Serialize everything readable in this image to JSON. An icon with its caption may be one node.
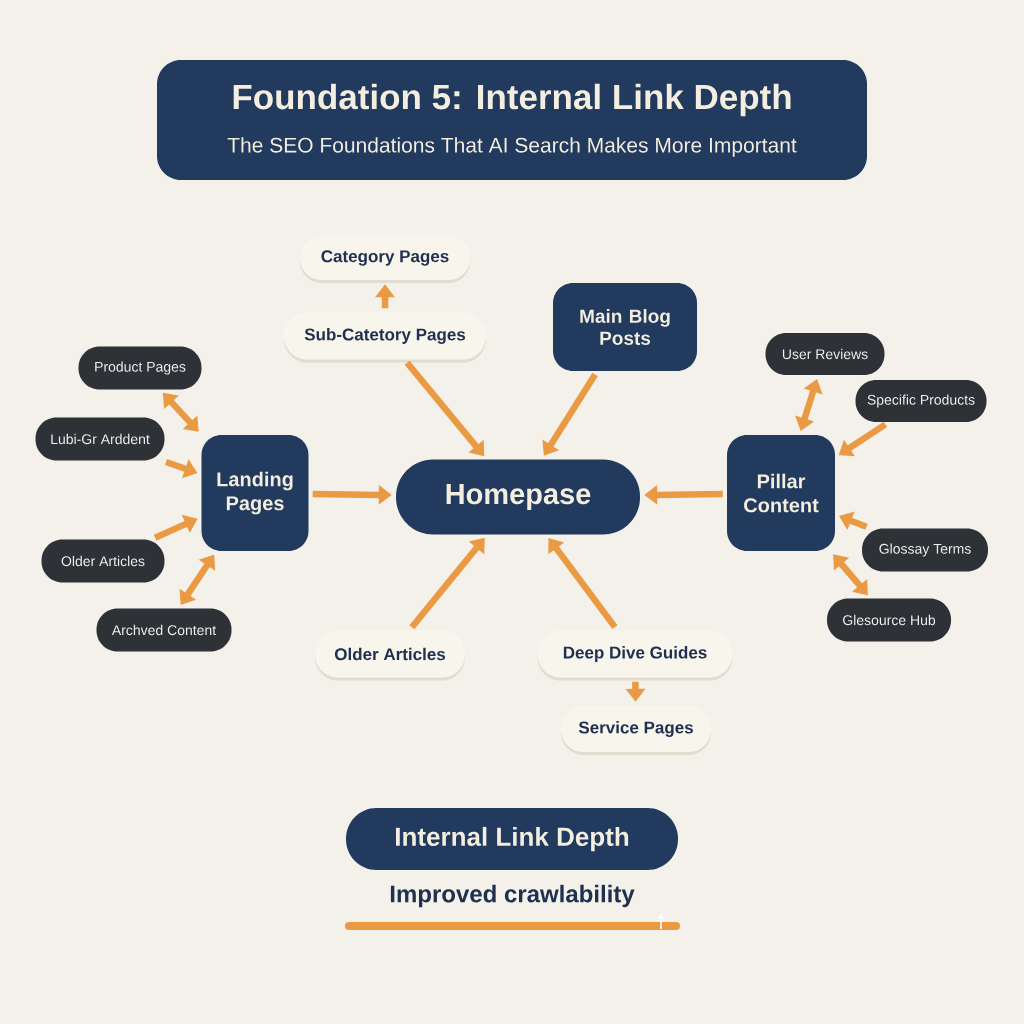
{
  "diagram": {
    "title": "Foundation 5: Internal Link Depth",
    "nodes": [
      {
        "text": [
          "Category Pages"
        ]
      },
      {
        "text": [
          "Sub-Catetory Pages"
        ]
      },
      {
        "text": [
          "Main Blog Posts"
        ]
      },
      {
        "text": [
          "Product Pages"
        ]
      },
      {
        "text": [
          "User Reviews"
        ]
      },
      {
        "text": [
          "Specific Products"
        ]
      },
      {
        "text": [
          "Lubi-Gr Arddent"
        ]
      },
      {
        "text": [
          "Landing Pages"
        ]
      },
      {
        "text": [
          "Homepase"
        ]
      },
      {
        "text": [
          "Pillar Content"
        ]
      },
      {
        "text": [
          "Older Articles"
        ]
      },
      {
        "text": [
          "Glossay Terms"
        ]
      },
      {
        "text": [
          "Archved Content"
        ]
      },
      {
        "text": [
          "Glesource Hub"
        ]
      },
      {
        "text": [
          "Older Articles"
        ]
      },
      {
        "text": [
          "Deep Dive Guides"
        ]
      },
      {
        "text": [
          "Service Pages"
        ]
      },
      {
        "text": [
          "Internal Link Depth"
        ],
        "beside": [
          "Improved crawlability"
        ]
      }
    ],
    "edges": [
      {
        "from": 1,
        "to": 0,
        "arrow": "to"
      },
      {
        "from": 1,
        "to": 8,
        "arrow": "to"
      },
      {
        "from": 2,
        "to": 8,
        "arrow": "to"
      },
      {
        "from": 3,
        "to": 7,
        "arrow": "both"
      },
      {
        "from": 6,
        "to": 7,
        "arrow": "to"
      },
      {
        "from": 10,
        "to": 7,
        "arrow": "to"
      },
      {
        "from": 12,
        "to": 7,
        "arrow": "both"
      },
      {
        "from": 7,
        "to": 8,
        "arrow": "to"
      },
      {
        "from": 9,
        "to": 8,
        "arrow": "to"
      },
      {
        "from": 4,
        "to": 9,
        "arrow": "both"
      },
      {
        "from": 5,
        "to": 9,
        "arrow": "to"
      },
      {
        "from": 11,
        "to": 9,
        "arrow": "to"
      },
      {
        "from": 13,
        "to": 9,
        "arrow": "both"
      },
      {
        "from": 14,
        "to": 8,
        "arrow": "to"
      },
      {
        "from": 15,
        "to": 8,
        "arrow": "to"
      },
      {
        "from": 15,
        "to": 16,
        "arrow": "to"
      }
    ],
    "labels": [
      "The SEO Foundations That AI Search Makes More Important"
    ]
  }
}
